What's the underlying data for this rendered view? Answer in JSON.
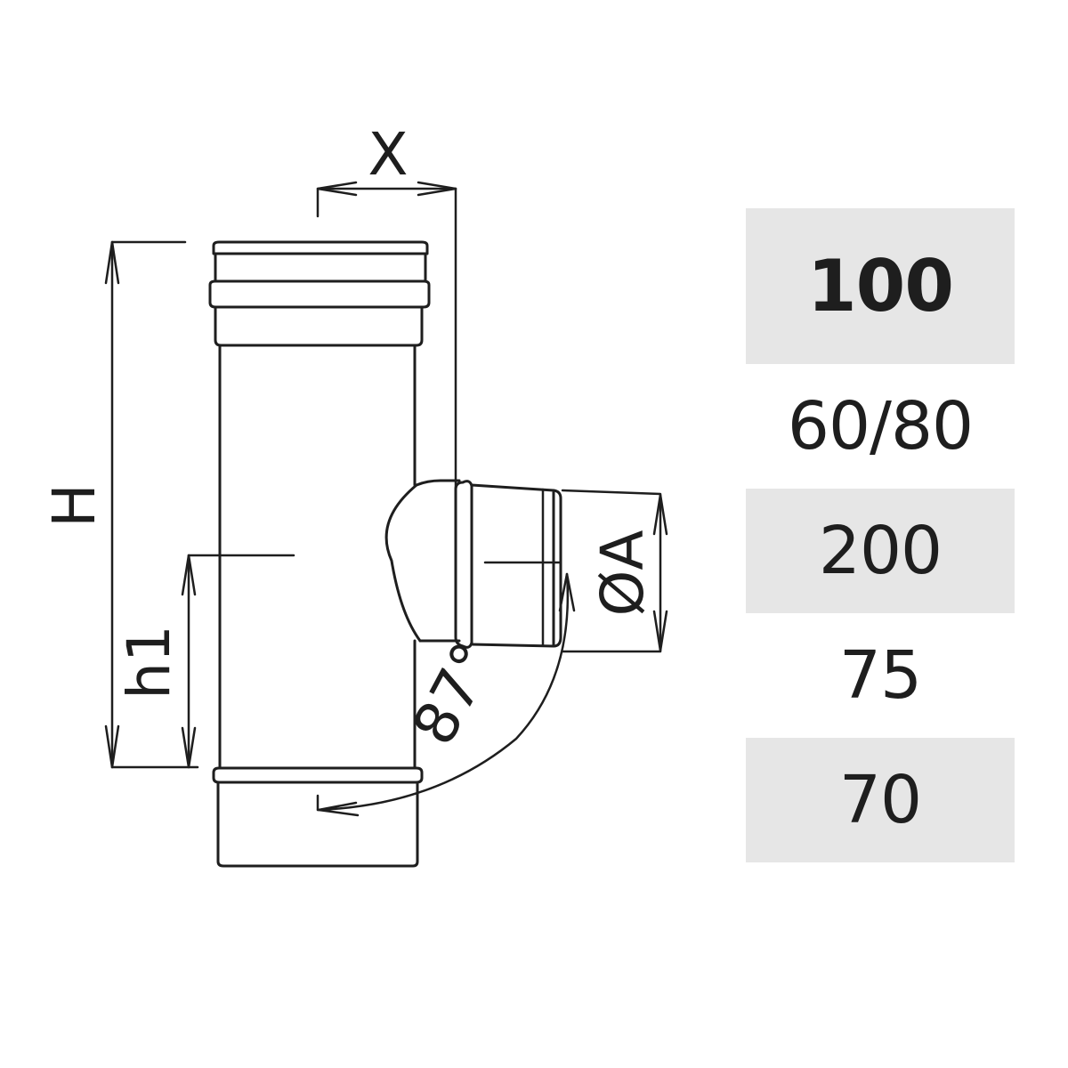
{
  "diagram": {
    "labels": {
      "x": "X",
      "h": "H",
      "h1": "h1",
      "diameter": "ØA",
      "angle": "87°"
    }
  },
  "spec_table": {
    "rows": [
      {
        "value": "100",
        "shaded": true,
        "bold": true
      },
      {
        "value": "60/80",
        "shaded": false,
        "bold": false
      },
      {
        "value": "200",
        "shaded": true,
        "bold": false
      },
      {
        "value": "75",
        "shaded": false,
        "bold": false
      },
      {
        "value": "70",
        "shaded": true,
        "bold": false
      }
    ]
  }
}
